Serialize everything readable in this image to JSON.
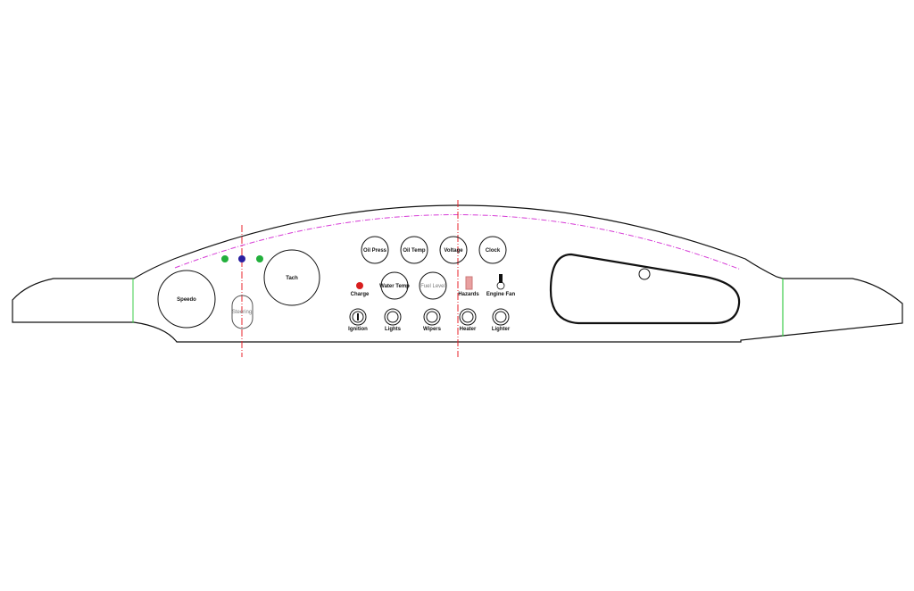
{
  "colors": {
    "outline": "#111111",
    "centerline": "#e8202a",
    "guide": "#d63bd6",
    "station": "#3ccc4a",
    "led_green": "#22b03c",
    "led_blue": "#2a1fa0",
    "charge_led": "#d81e1e",
    "hazards_switch": "#e8a0a0"
  },
  "gauges": {
    "speedo": "Speedo",
    "tach": "Tach",
    "steering": "Steering",
    "oil_press": "Oil Press",
    "oil_temp": "Oil Temp",
    "voltage": "Voltage",
    "clock": "Clock",
    "water_temp": "Water Temp",
    "fuel_level": "Fuel Level"
  },
  "indicators": {
    "charge": "Charge",
    "hazards": "Hazards",
    "engine_fan": "Engine Fan"
  },
  "switches": {
    "ignition": "Ignition",
    "lights": "Lights",
    "wipers": "Wipers",
    "heater": "Heater",
    "lighter": "Lighter"
  }
}
